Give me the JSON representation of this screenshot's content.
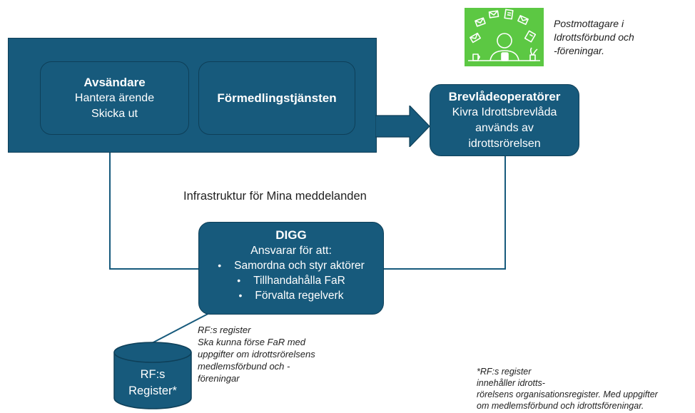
{
  "colors": {
    "primary": "#175a7c",
    "border": "#0e3f58",
    "image_bg": "#5cc843",
    "text_on_primary": "#ffffff"
  },
  "platform": {
    "sender_title": "Avsändare",
    "sender_line1": "Hantera ärende",
    "sender_line2": "Skicka ut",
    "forwarding_title": "Förmedlingstjänsten"
  },
  "operator": {
    "title": "Brevlådeoperatörer",
    "line1": "Kivra Idrottsbrevlåda",
    "line2": "används av",
    "line3": "idrottsrörelsen"
  },
  "recipient_caption": {
    "line1": "Postmottagare i",
    "line2": "Idrottsförbund och",
    "line3": "-föreningar."
  },
  "infrastructure_label": "Infrastruktur för Mina meddelanden",
  "digg": {
    "title": "DIGG",
    "subtitle": "Ansvarar för att:",
    "bullets": [
      "Samordna och styr aktörer",
      "Tillhandahålla FaR",
      "Förvalta regelverk"
    ]
  },
  "register_caption": {
    "line1": "RF:s register",
    "line2": "Ska kunna förse FaR med",
    "line3": "uppgifter om idrottsrörelsens",
    "line4": "medlemsförbund och -",
    "line5": "föreningar"
  },
  "database": {
    "line1": "RF:s",
    "line2": "Register*"
  },
  "footnote": {
    "line1": "*RF:s register",
    "line2": "innehåller idrotts-",
    "line3": "rörelsens organisationsregister. Med uppgifter",
    "line4": "om medlemsförbund och idrottsföreningar."
  }
}
